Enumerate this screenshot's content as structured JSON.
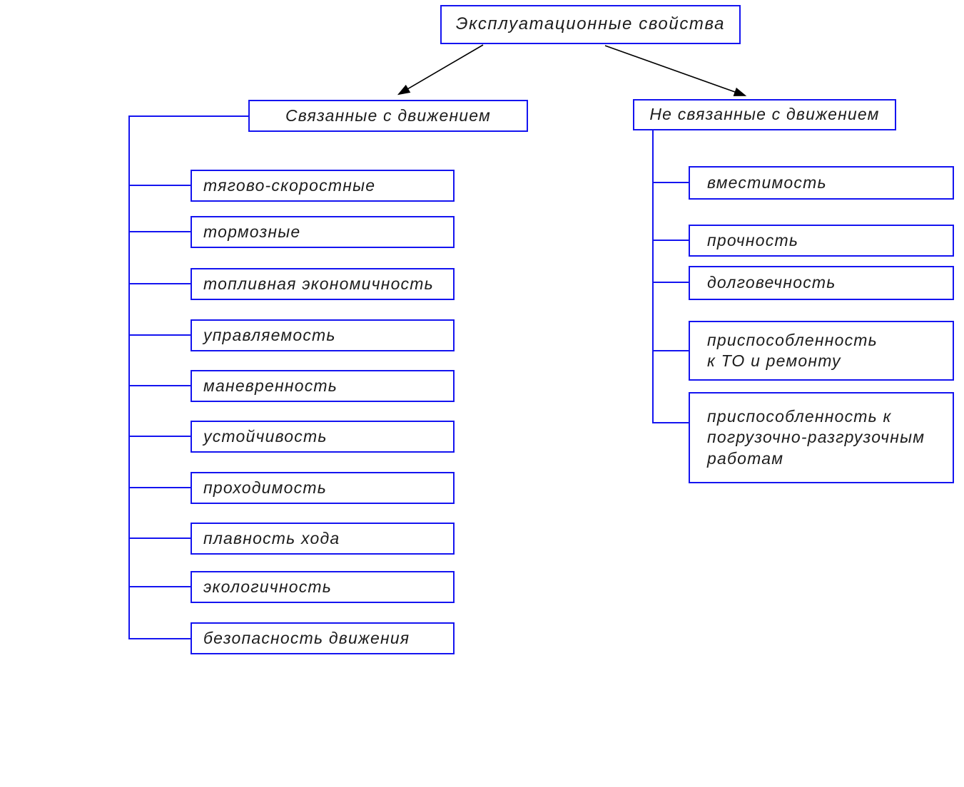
{
  "colors": {
    "accent": "#1414f0",
    "arrow": "#000000",
    "text": "#1c1c1c",
    "background": "#ffffff"
  },
  "diagram": {
    "root_label": "Эксплуатационные свойства",
    "groups": [
      {
        "header": "Связанные с движением",
        "items": [
          "тягово-скоростные",
          "тормозные",
          "топливная экономичность",
          "управляемость",
          "маневренность",
          "устойчивость",
          "проходимость",
          "плавность хода",
          "экологичность",
          "безопасность движения"
        ]
      },
      {
        "header": "Не связанные с движением",
        "items": [
          "вместимость",
          "прочность",
          "долговечность",
          "приспособленность\n к ТО и ремонту",
          "приспособленность к\nпогрузочно-разгрузочным\nработам"
        ]
      }
    ]
  }
}
